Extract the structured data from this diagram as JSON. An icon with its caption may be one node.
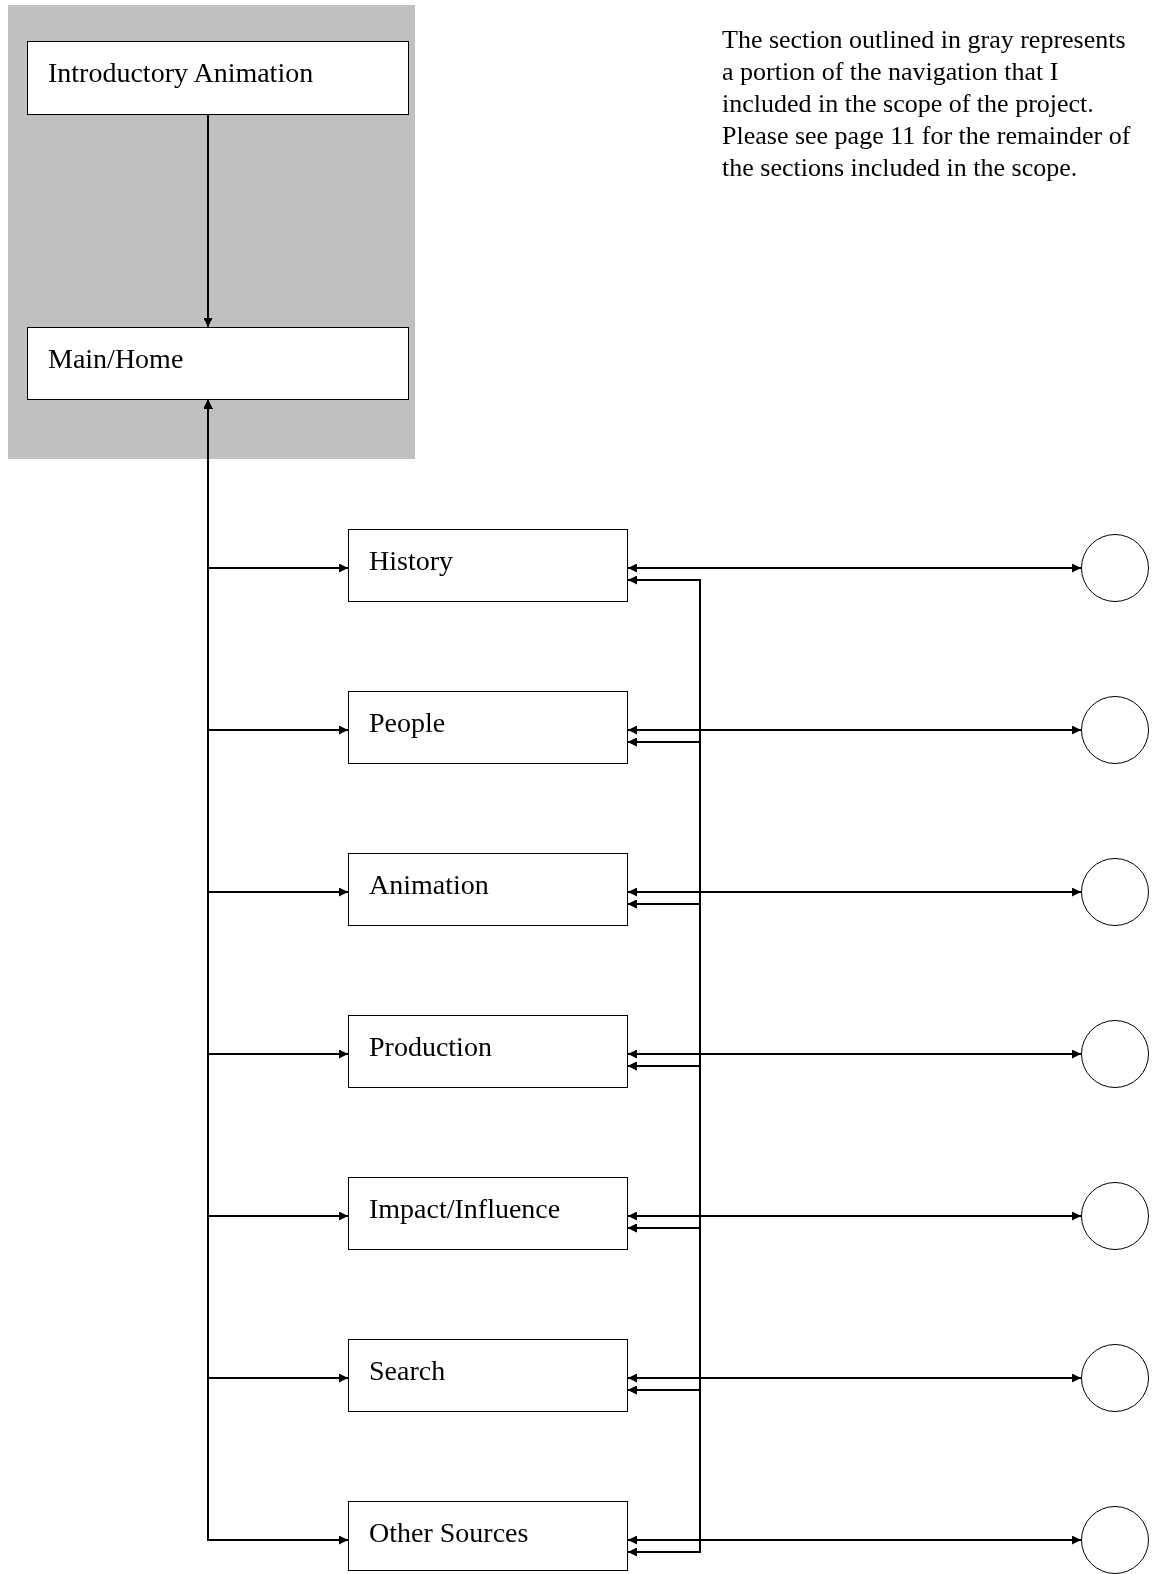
{
  "diagram": {
    "nodes": [
      {
        "text": [],
        "shape": "box"
      },
      {
        "text": [
          "Introductory Animation"
        ],
        "in": 0
      },
      {
        "text": [
          "Main/Home"
        ],
        "in": 0
      },
      {
        "text": [
          "History"
        ]
      },
      {
        "text": [
          "People"
        ]
      },
      {
        "text": [
          "Animation"
        ]
      },
      {
        "text": [
          "Production"
        ]
      },
      {
        "text": [
          "Impact/Influence"
        ]
      },
      {
        "text": [
          "Search"
        ]
      },
      {
        "text": [
          "Other Sources"
        ]
      },
      {
        "text": [],
        "shape": "circle"
      },
      {
        "text": [],
        "shape": "circle"
      },
      {
        "text": [],
        "shape": "circle"
      },
      {
        "text": [],
        "shape": "circle"
      },
      {
        "text": [],
        "shape": "circle"
      },
      {
        "text": [],
        "shape": "circle"
      },
      {
        "text": [],
        "shape": "circle"
      }
    ],
    "edges": [
      {
        "from": 1,
        "to": 2,
        "arrow": "to"
      },
      {
        "from": 2,
        "to": 3,
        "arrow": "both"
      },
      {
        "from": 2,
        "to": 4,
        "arrow": "both"
      },
      {
        "from": 2,
        "to": 5,
        "arrow": "both"
      },
      {
        "from": 2,
        "to": 6,
        "arrow": "both"
      },
      {
        "from": 2,
        "to": 7,
        "arrow": "both"
      },
      {
        "from": 2,
        "to": 8,
        "arrow": "both"
      },
      {
        "from": 2,
        "to": 9,
        "arrow": "both"
      },
      {
        "from": 3,
        "to": 10,
        "arrow": "both"
      },
      {
        "from": 4,
        "to": 11,
        "arrow": "both"
      },
      {
        "from": 5,
        "to": 12,
        "arrow": "both"
      },
      {
        "from": 6,
        "to": 13,
        "arrow": "both"
      },
      {
        "from": 7,
        "to": 14,
        "arrow": "both"
      },
      {
        "from": 8,
        "to": 15,
        "arrow": "both"
      },
      {
        "from": 9,
        "to": 16,
        "arrow": "both"
      },
      {
        "from": 3,
        "to": 4,
        "arrow": "both"
      },
      {
        "from": 4,
        "to": 5,
        "arrow": "both"
      },
      {
        "from": 5,
        "to": 6,
        "arrow": "both"
      },
      {
        "from": 6,
        "to": 7,
        "arrow": "both"
      },
      {
        "from": 7,
        "to": 8,
        "arrow": "both"
      },
      {
        "from": 8,
        "to": 9,
        "arrow": "both"
      }
    ],
    "labels": [
      "The section outlined in gray represents a portion of the navigation that I included in the scope of the project.  Please see page 11 for the remainder of the sections included in the scope."
    ]
  }
}
